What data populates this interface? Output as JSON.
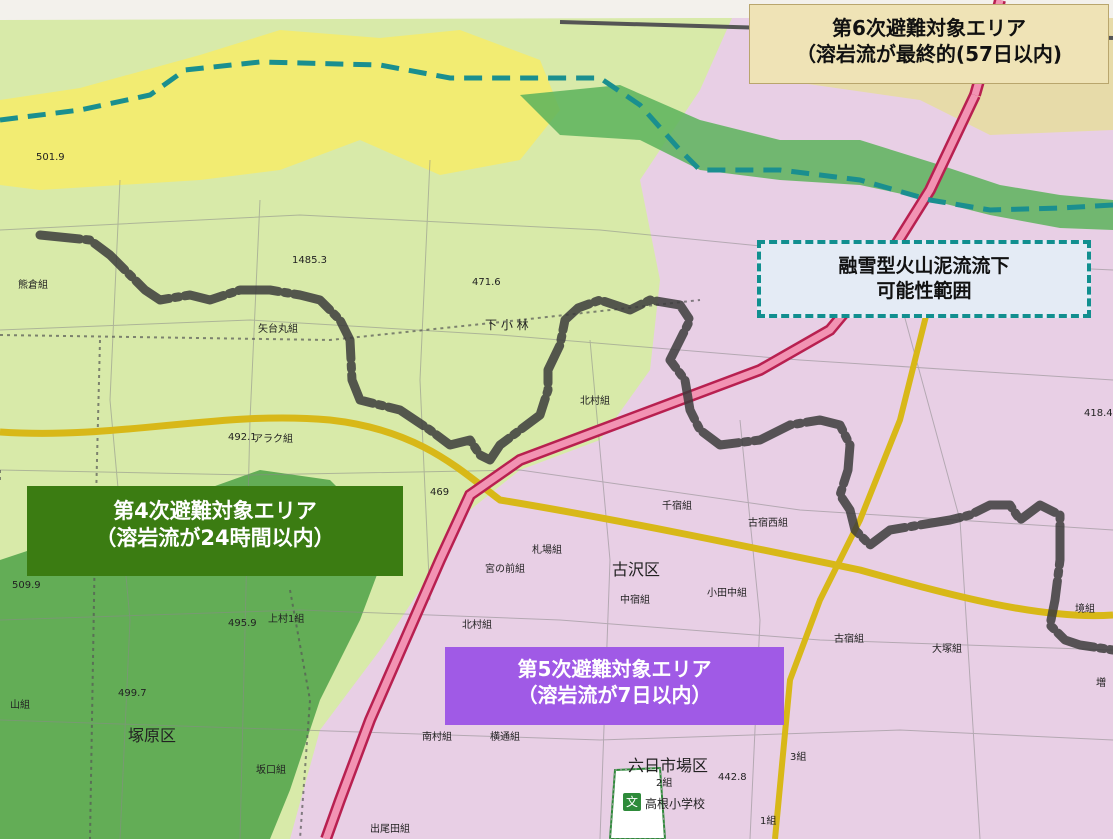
{
  "callouts": {
    "area6": {
      "line1": "第6次避難対象エリア",
      "line2": "（溶岩流が最終的(57日以内)"
    },
    "mudflow": {
      "line1": "融雪型火山泥流流下",
      "line2": "可能性範囲"
    },
    "area4": {
      "line1": "第4次避難対象エリア",
      "line2": "（溶岩流が24時間以内）"
    },
    "area5": {
      "line1": "第5次避難対象エリア",
      "line2": "（溶岩流が7日以内）"
    }
  },
  "districts": {
    "furusawa": "古沢区",
    "tsukahara": "塚原区",
    "muikaichiba": "六日市場区"
  },
  "place_labels": {
    "kumakura": "熊倉組",
    "yadaimaru": "矢台丸組",
    "araku": "アラク組",
    "shimokobayashi": "下 小 林",
    "kitamura_n": "北村組",
    "senjuku": "千宿組",
    "kojukunishi": "古宿西組",
    "sappa": "札場組",
    "miyanomae": "宮の前組",
    "nakajuku": "中宿組",
    "kodanaka": "小田中組",
    "kitamura_s": "北村組",
    "kojuku": "古宿組",
    "otsuka": "大塚組",
    "kamimura": "上村1組",
    "sakaguchi": "坂口組",
    "minamimura": "南村組",
    "yokodori": "横通組",
    "deobata": "出尾田組",
    "san": "3組",
    "ni": "2組",
    "ichi": "1組",
    "zou": "増",
    "school": "高根小学校",
    "yamagumi": "山組",
    "sakai": "境組"
  },
  "elevations": {
    "e1": "1485.3",
    "e2": "471.6",
    "e3": "501.9",
    "e4": "492.1",
    "e5": "469",
    "e6": "509.9",
    "e7": "495.9",
    "e8": "499.7",
    "e9": "418.4",
    "e10": "442.8"
  },
  "icons": {
    "school": "school-icon",
    "shrine": "shrine-icon"
  },
  "colors": {
    "area4_zone": "#5eab52",
    "area5_zone": "#e5c8e6",
    "light_green_zone": "#d9ebac",
    "yellow_zone": "#f6ee6e",
    "area6_zone": "#e5d9a3",
    "mudflow_green": "#58b35a",
    "mudflow_border": "#1a8f8f",
    "red_road": "#e0466e",
    "yellow_road": "#d8b819",
    "district_boundary": "#3c3c3c"
  }
}
